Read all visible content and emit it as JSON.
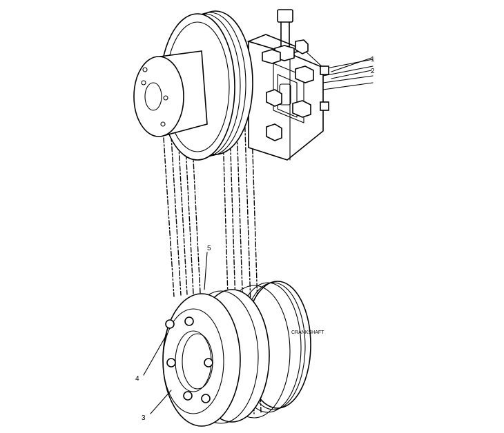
{
  "diagram": {
    "callouts": [
      {
        "id": "1",
        "label": "1"
      },
      {
        "id": "2",
        "label": "2"
      },
      {
        "id": "3",
        "label": "3"
      },
      {
        "id": "4",
        "label": "4"
      },
      {
        "id": "5",
        "label": "5"
      }
    ],
    "part_labels": {
      "crankshaft": "CRANKSHAFT"
    }
  }
}
